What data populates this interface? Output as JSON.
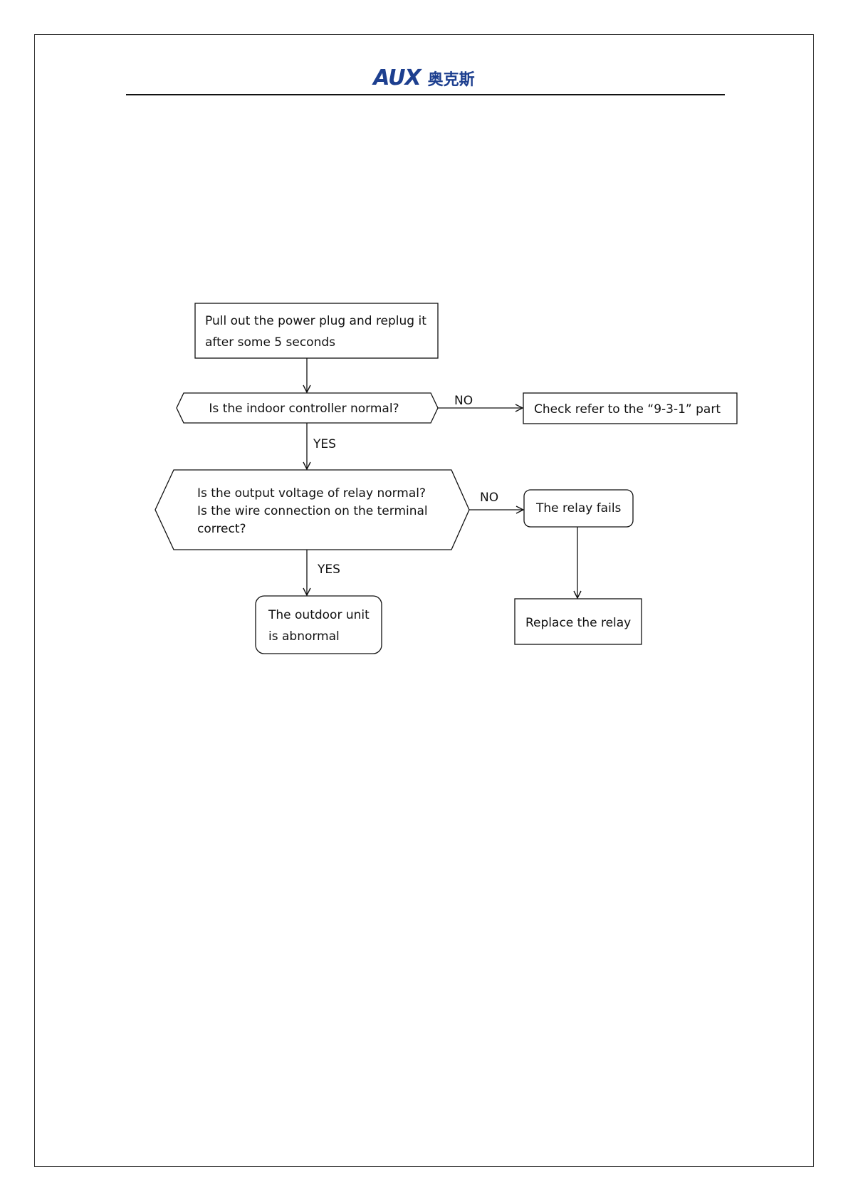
{
  "header": {
    "logo_latin": "AUX",
    "logo_cjk": "奥克斯"
  },
  "flowchart": {
    "step_replug": {
      "line1": "Pull out the power plug and replug it",
      "line2": "after some 5 seconds"
    },
    "decision_indoor": {
      "text": "Is the indoor controller normal?"
    },
    "check_refer": {
      "text": "Check refer to the “9-3-1” part"
    },
    "decision_relay": {
      "line1": "Is the output voltage of relay normal?",
      "line2": "Is the wire connection on the terminal",
      "line3": "correct?"
    },
    "relay_fails": {
      "text": "The relay fails"
    },
    "replace_relay": {
      "text": "Replace the relay"
    },
    "outdoor_abnormal": {
      "line1": "The outdoor unit",
      "line2": "is abnormal"
    },
    "labels": {
      "no_1": "NO",
      "yes_1": "YES",
      "no_2": "NO",
      "yes_2": "YES"
    }
  },
  "colors": {
    "brand": "#1d3f8f",
    "line": "#111111"
  }
}
